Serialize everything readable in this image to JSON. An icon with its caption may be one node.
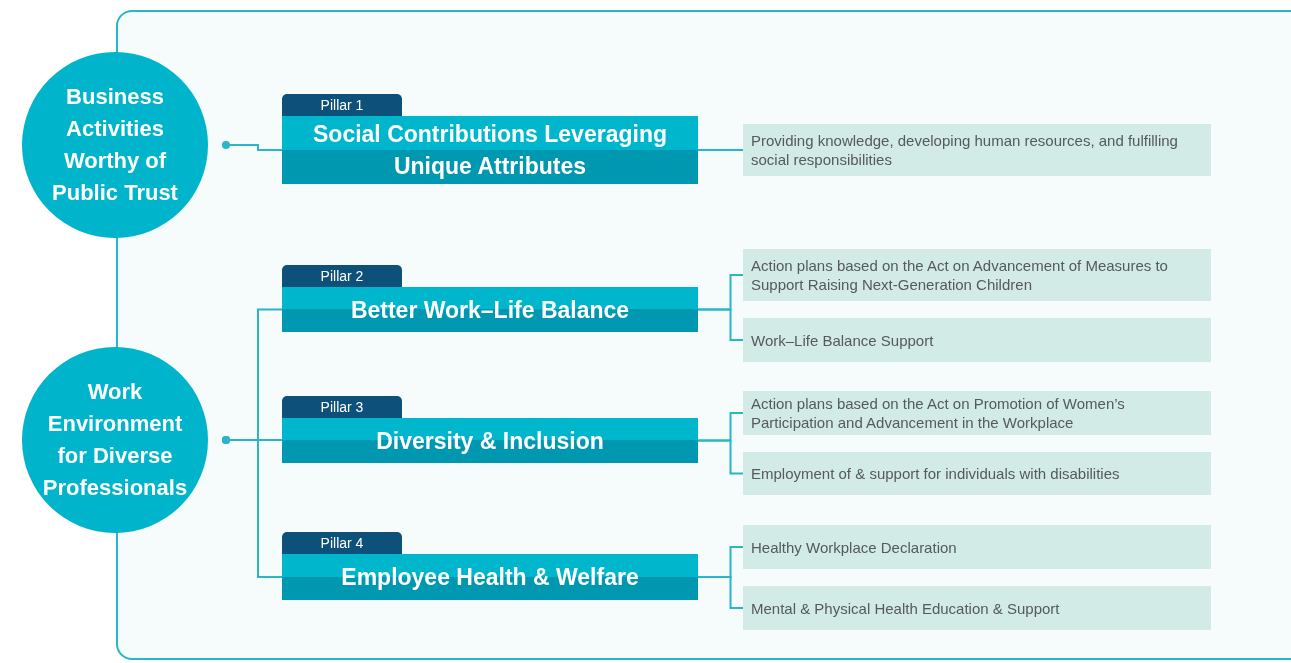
{
  "diagram": {
    "nodes": [
      {
        "text": [
          "Business Activities Worthy of Public Trust"
        ]
      },
      {
        "text": [
          "Work Environment for Diverse Professionals"
        ]
      },
      {
        "text": [
          "Pillar 1",
          "Social Contributions Leveraging Unique Attributes"
        ]
      },
      {
        "text": [
          "Providing knowledge, developing human resources, and fulfilling social responsibilities"
        ]
      },
      {
        "text": [
          "Pillar 2",
          "Better Work–Life Balance"
        ]
      },
      {
        "text": [
          "Action plans based on the Act on Advancement of Measures to Support Raising Next-Generation Children"
        ]
      },
      {
        "text": [
          "Work–Life Balance Support"
        ]
      },
      {
        "text": [
          "Pillar 3",
          "Diversity & Inclusion"
        ]
      },
      {
        "text": [
          "Action plans based on the Act on Promotion of Women’s Participation and Advancement in the Workplace"
        ]
      },
      {
        "text": [
          "Employment of & support for individuals with disabilities"
        ]
      },
      {
        "text": [
          "Pillar 4",
          "Employee Health & Welfare"
        ]
      },
      {
        "text": [
          "Healthy Workplace Declaration"
        ]
      },
      {
        "text": [
          "Mental & Physical Health Education & Support"
        ]
      }
    ],
    "edges": [
      {
        "from": 0,
        "to": 2,
        "arrow": "other"
      },
      {
        "from": 1,
        "to": 4,
        "arrow": "other"
      },
      {
        "from": 1,
        "to": 7,
        "arrow": "other"
      },
      {
        "from": 1,
        "to": 10,
        "arrow": "other"
      },
      {
        "from": 2,
        "to": 3,
        "arrow": "none"
      },
      {
        "from": 4,
        "to": 5,
        "arrow": "none"
      },
      {
        "from": 4,
        "to": 6,
        "arrow": "none"
      },
      {
        "from": 7,
        "to": 8,
        "arrow": "none"
      },
      {
        "from": 7,
        "to": 9,
        "arrow": "none"
      },
      {
        "from": 10,
        "to": 11,
        "arrow": "none"
      },
      {
        "from": 10,
        "to": 12,
        "arrow": "none"
      }
    ]
  }
}
